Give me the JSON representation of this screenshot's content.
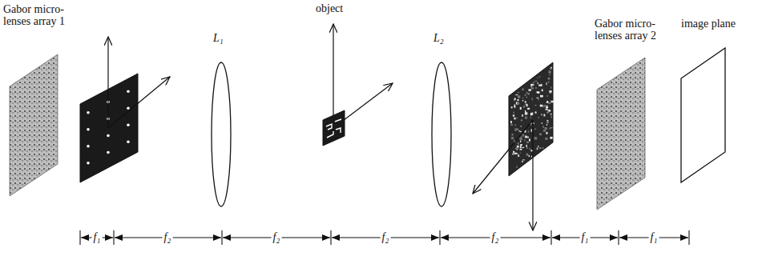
{
  "diagram": {
    "labels": [
      "Gabor micro-lenses array 1",
      "L₁",
      "object",
      "L₂",
      "Gabor micro-lenses array 2",
      "image plane",
      "f₁",
      "f₂",
      "f₂",
      "f₂",
      "f₂",
      "f₁",
      "f₁"
    ]
  }
}
